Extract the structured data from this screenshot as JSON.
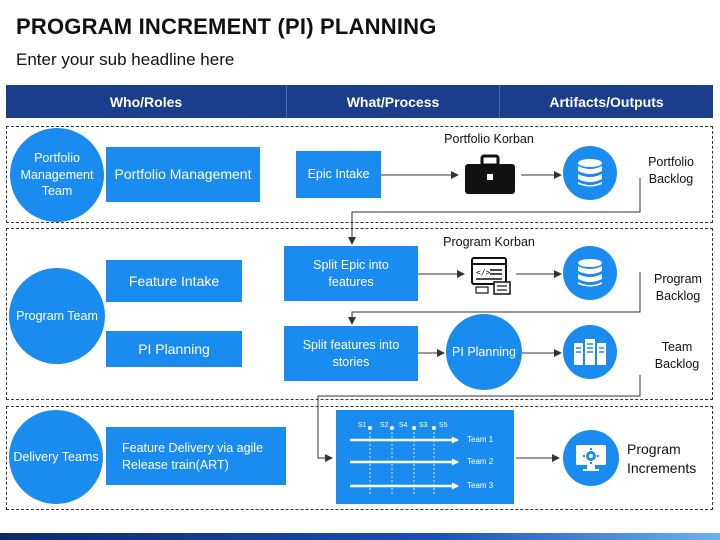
{
  "title": "PROGRAM INCREMENT (PI) PLANNING",
  "subtitle": "Enter your sub headline here",
  "columns": [
    "Who/Roles",
    "What/Process",
    "Artifacts/Outputs"
  ],
  "portfolio": {
    "role_circle": "Portfolio Management Team",
    "role_box": "Portfolio Management",
    "process_box": "Epic Intake",
    "kanban_label": "Portfolio Korban",
    "output_label": "Portfolio Backlog"
  },
  "program": {
    "role_circle": "Program Team",
    "role_box_1": "Feature Intake",
    "role_box_2": "PI Planning",
    "process_box_1": "Split Epic into features",
    "process_box_2": "Split features into stories",
    "pi_circle": "PI Planning",
    "kanban_label": "Program Korban",
    "output_1_label": "Program Backlog",
    "output_2_label": "Team Backlog"
  },
  "delivery": {
    "role_circle": "Delivery Teams",
    "role_box": "Feature Delivery via agile Release train(ART)",
    "sprints": [
      "S1",
      "S2",
      "S4",
      "S3",
      "S5"
    ],
    "teams": [
      "Team 1",
      "Team 2",
      "Team 3"
    ],
    "output_label": "Program Increments"
  },
  "colors": {
    "header_bar": "#1b3e8c",
    "accent_blue": "#1a8cf0",
    "dashed_border": "#333333"
  },
  "icons": [
    "briefcase-icon",
    "database-icon",
    "code-screen-icon",
    "server-icon",
    "monitor-gear-icon"
  ]
}
